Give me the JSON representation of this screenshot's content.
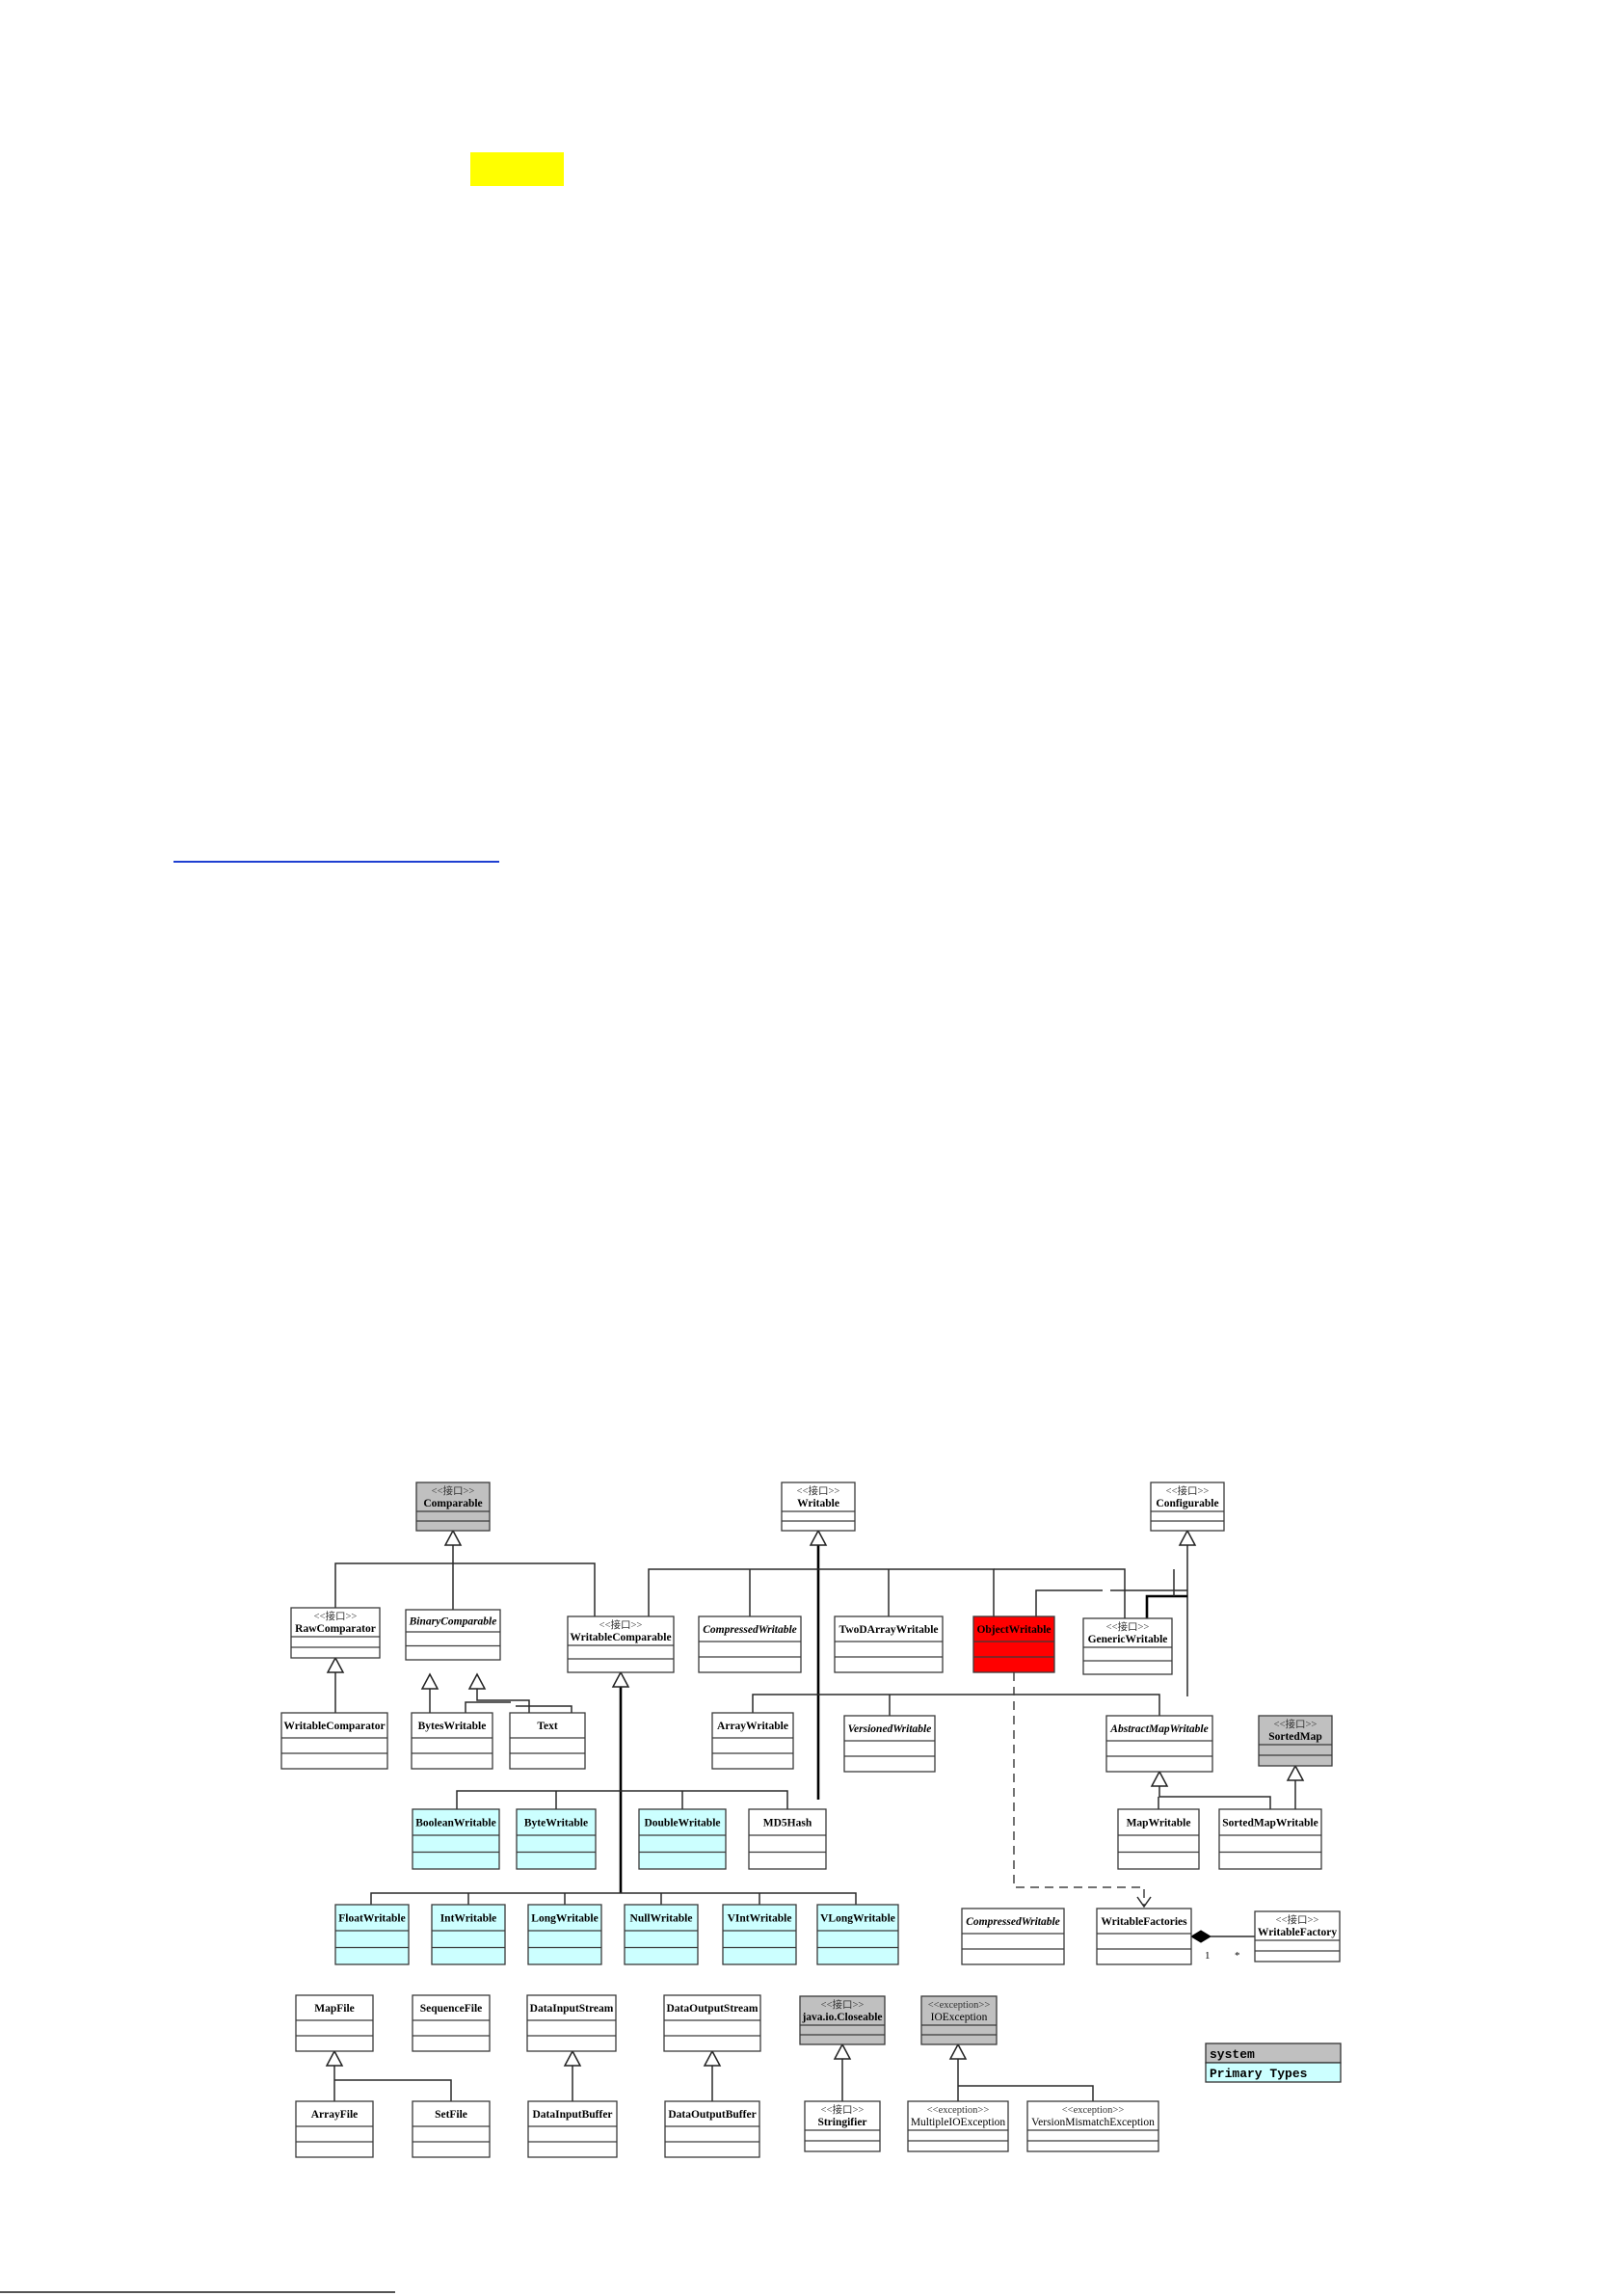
{
  "colors": {
    "interface_fill": "#c0c0c0",
    "primary_fill": "#ccffff",
    "highlight_fill": "#ff0000",
    "plain_fill": "#ffffff",
    "marker_yellow": "#ffff00",
    "link_blue": "#1f3fd1"
  },
  "diagram": {
    "classes": [
      {
        "id": "comparable",
        "stereotype": "<<接口>>",
        "name": "Comparable",
        "style": "interface",
        "italic": false
      },
      {
        "id": "writable",
        "stereotype": "<<接口>>",
        "name": "Writable",
        "style": "plain",
        "italic": false
      },
      {
        "id": "configurable",
        "stereotype": "<<接口>>",
        "name": "Configurable",
        "style": "plain",
        "italic": false
      },
      {
        "id": "rawcomparator",
        "stereotype": "<<接口>>",
        "name": "RawComparator",
        "style": "plain",
        "italic": false
      },
      {
        "id": "binarycomparable",
        "stereotype": "",
        "name": "BinaryComparable",
        "style": "plain",
        "italic": true
      },
      {
        "id": "writablecomparable",
        "stereotype": "<<接口>>",
        "name": "WritableComparable",
        "style": "plain",
        "italic": false
      },
      {
        "id": "compressedwritable1",
        "stereotype": "",
        "name": "CompressedWritable",
        "style": "plain",
        "italic": true
      },
      {
        "id": "twodarraywritable",
        "stereotype": "",
        "name": "TwoDArrayWritable",
        "style": "plain",
        "italic": false
      },
      {
        "id": "objectwritable",
        "stereotype": "",
        "name": "ObjectWritable",
        "style": "highlight",
        "italic": false
      },
      {
        "id": "genericwritable",
        "stereotype": "<<接口>>",
        "name": "GenericWritable",
        "style": "plain",
        "italic": false
      },
      {
        "id": "writablecomparator",
        "stereotype": "",
        "name": "WritableComparator",
        "style": "plain",
        "italic": false
      },
      {
        "id": "byteswritable",
        "stereotype": "",
        "name": "BytesWritable",
        "style": "plain",
        "italic": false
      },
      {
        "id": "text",
        "stereotype": "",
        "name": "Text",
        "style": "plain",
        "italic": false
      },
      {
        "id": "arraywritable",
        "stereotype": "",
        "name": "ArrayWritable",
        "style": "plain",
        "italic": false
      },
      {
        "id": "versionedwritable",
        "stereotype": "",
        "name": "VersionedWritable",
        "style": "plain",
        "italic": true
      },
      {
        "id": "abstractmapwritable",
        "stereotype": "",
        "name": "AbstractMapWritable",
        "style": "plain",
        "italic": true
      },
      {
        "id": "sortedmap",
        "stereotype": "<<接口>>",
        "name": "SortedMap",
        "style": "interface",
        "italic": false
      },
      {
        "id": "booleanwritable",
        "stereotype": "",
        "name": "BooleanWritable",
        "style": "primary",
        "italic": false
      },
      {
        "id": "bytewritable",
        "stereotype": "",
        "name": "ByteWritable",
        "style": "primary",
        "italic": false
      },
      {
        "id": "doublewritable",
        "stereotype": "",
        "name": "DoubleWritable",
        "style": "primary",
        "italic": false
      },
      {
        "id": "md5hash",
        "stereotype": "",
        "name": "MD5Hash",
        "style": "plain",
        "italic": false
      },
      {
        "id": "mapwritable",
        "stereotype": "",
        "name": "MapWritable",
        "style": "plain",
        "italic": false
      },
      {
        "id": "sortedmapwritable",
        "stereotype": "",
        "name": "SortedMapWritable",
        "style": "plain",
        "italic": false
      },
      {
        "id": "floatwritable",
        "stereotype": "",
        "name": "FloatWritable",
        "style": "primary",
        "italic": false
      },
      {
        "id": "intwritable",
        "stereotype": "",
        "name": "IntWritable",
        "style": "primary",
        "italic": false
      },
      {
        "id": "longwritable",
        "stereotype": "",
        "name": "LongWritable",
        "style": "primary",
        "italic": false
      },
      {
        "id": "nullwritable",
        "stereotype": "",
        "name": "NullWritable",
        "style": "primary",
        "italic": false
      },
      {
        "id": "vintwritable",
        "stereotype": "",
        "name": "VIntWritable",
        "style": "primary",
        "italic": false
      },
      {
        "id": "vlongwritable",
        "stereotype": "",
        "name": "VLongWritable",
        "style": "primary",
        "italic": false
      },
      {
        "id": "compressedwritable2",
        "stereotype": "",
        "name": "CompressedWritable",
        "style": "plain",
        "italic": true
      },
      {
        "id": "writablefactories",
        "stereotype": "",
        "name": "WritableFactories",
        "style": "plain",
        "italic": false
      },
      {
        "id": "writablefactory",
        "stereotype": "<<接口>>",
        "name": "WritableFactory",
        "style": "plain",
        "italic": false
      },
      {
        "id": "mapfile",
        "stereotype": "",
        "name": "MapFile",
        "style": "plain",
        "italic": false
      },
      {
        "id": "sequencefile",
        "stereotype": "",
        "name": "SequenceFile",
        "style": "plain",
        "italic": false
      },
      {
        "id": "datainputstream",
        "stereotype": "",
        "name": "DataInputStream",
        "style": "plain",
        "italic": false
      },
      {
        "id": "dataoutputstream",
        "stereotype": "",
        "name": "DataOutputStream",
        "style": "plain",
        "italic": false
      },
      {
        "id": "closeable",
        "stereotype": "<<接口>>",
        "name": "java.io.Closeable",
        "style": "interface",
        "italic": false
      },
      {
        "id": "ioexception",
        "stereotype": "<<exception>>",
        "name": "IOException",
        "style": "interface",
        "italic": false
      },
      {
        "id": "arrayfile",
        "stereotype": "",
        "name": "ArrayFile",
        "style": "plain",
        "italic": false
      },
      {
        "id": "setfile",
        "stereotype": "",
        "name": "SetFile",
        "style": "plain",
        "italic": false
      },
      {
        "id": "datainputbuffer",
        "stereotype": "",
        "name": "DataInputBuffer",
        "style": "plain",
        "italic": false
      },
      {
        "id": "dataoutputbuffer",
        "stereotype": "",
        "name": "DataOutputBuffer",
        "style": "plain",
        "italic": false
      },
      {
        "id": "stringifier",
        "stereotype": "<<接口>>",
        "name": "Stringifier",
        "style": "plain",
        "italic": false
      },
      {
        "id": "multipleioexception",
        "stereotype": "<<exception>>",
        "name": "MultipleIOException",
        "style": "plain",
        "italic": false
      },
      {
        "id": "versionmismatchexception",
        "stereotype": "<<exception>>",
        "name": "VersionMismatchException",
        "style": "plain",
        "italic": false
      }
    ],
    "multiplicity": {
      "one": "1",
      "many": "*"
    },
    "legend": [
      {
        "label": "system",
        "style": "interface"
      },
      {
        "label": "Primary Types",
        "style": "primary"
      }
    ]
  }
}
